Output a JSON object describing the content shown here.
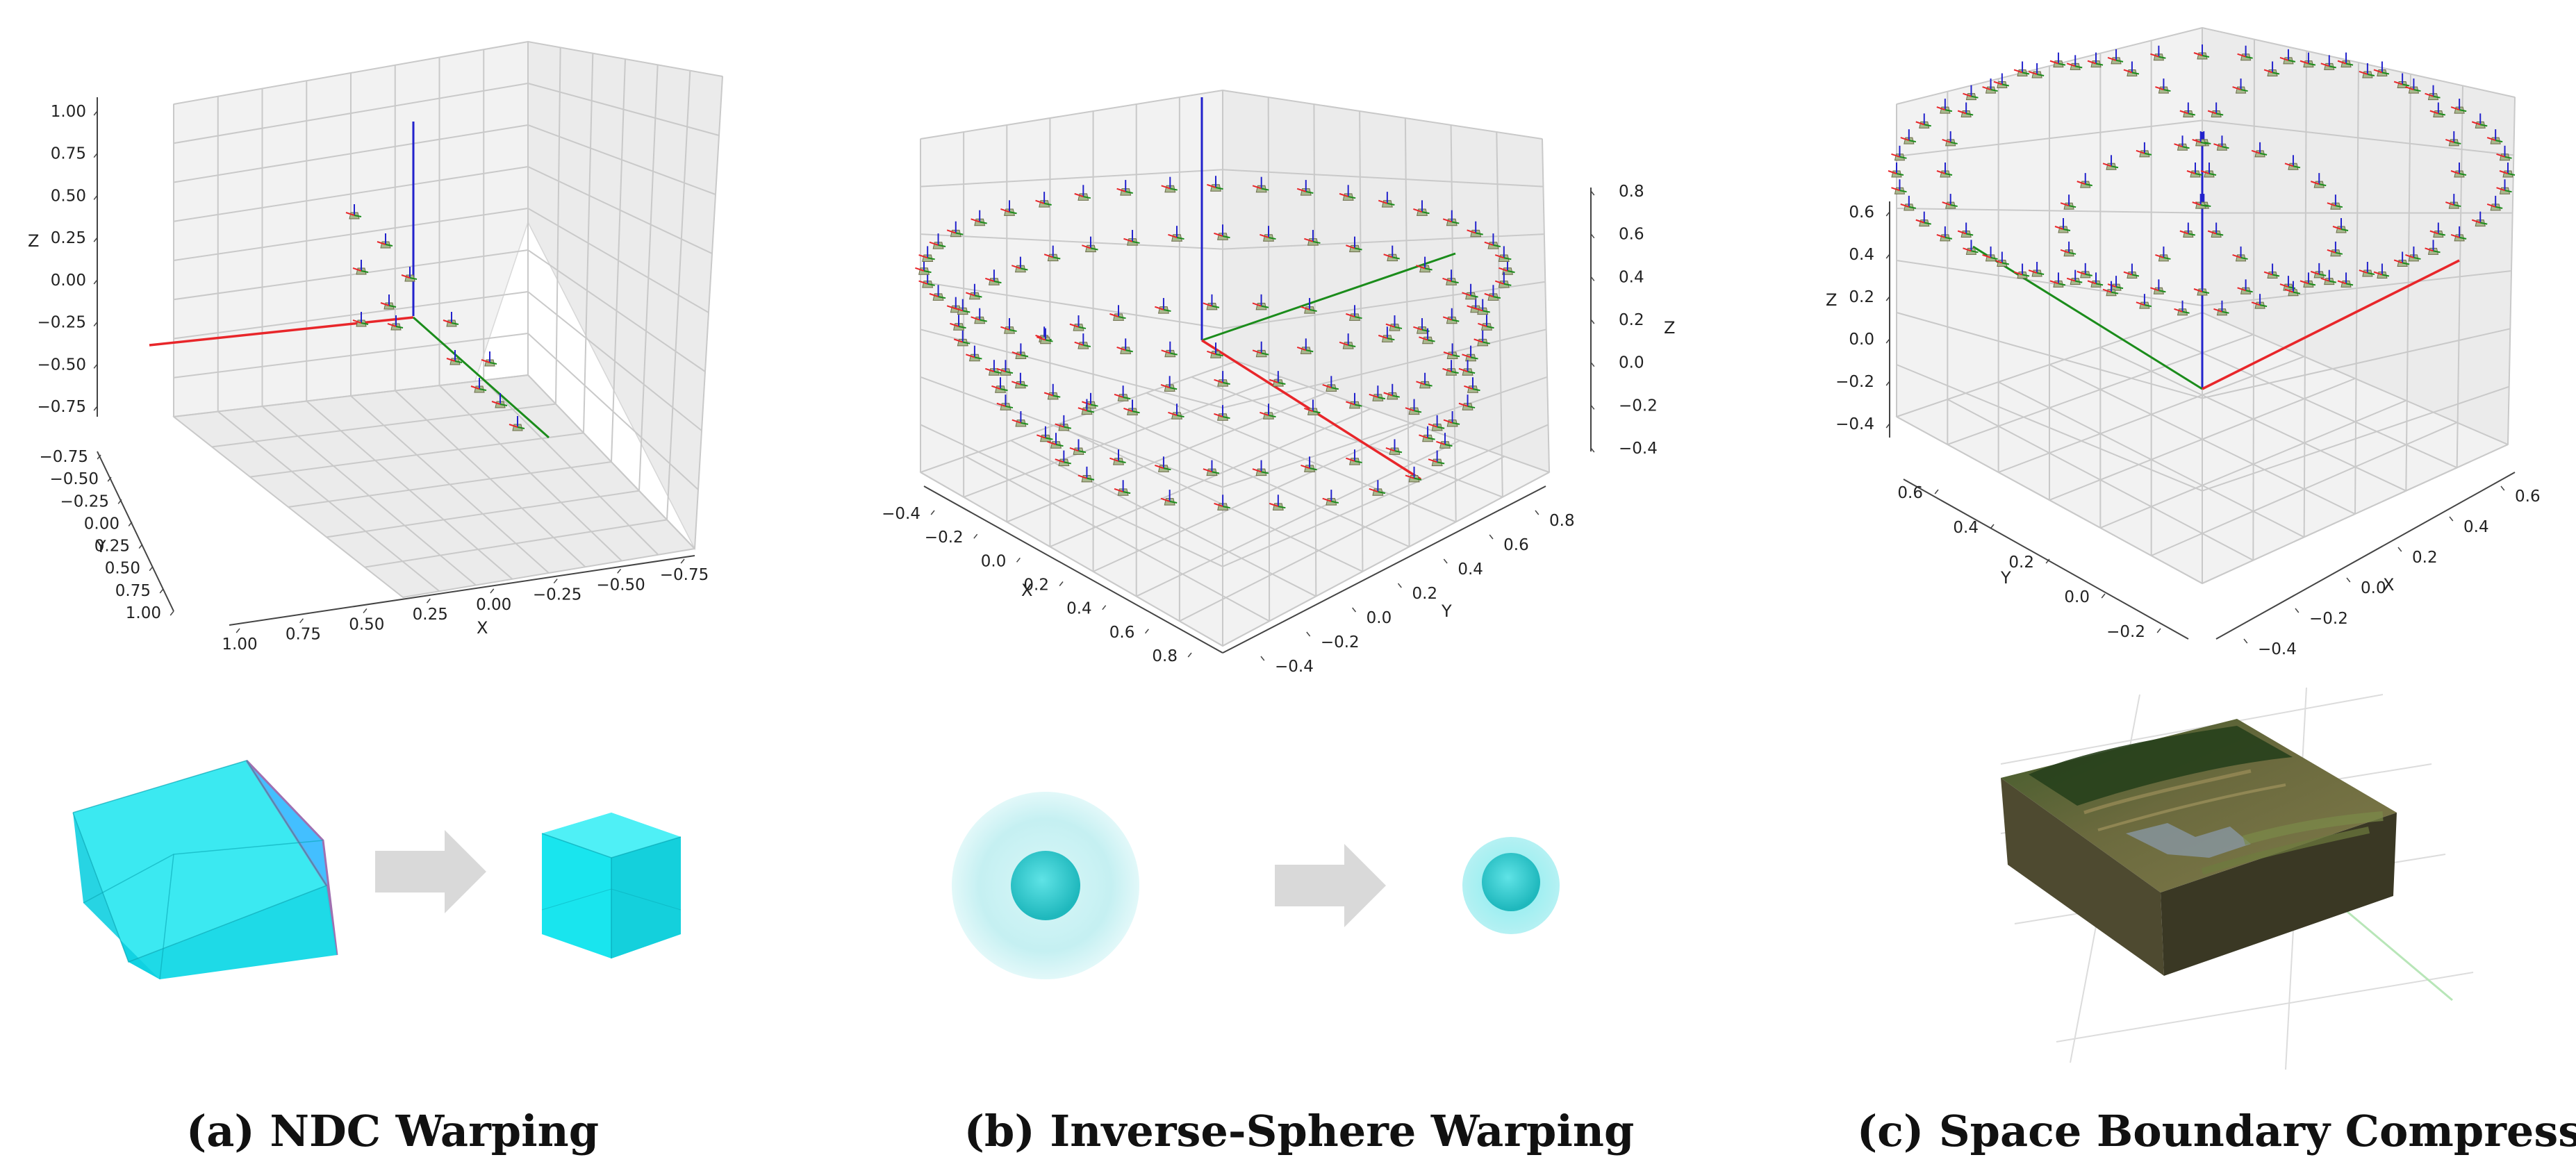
{
  "captions": {
    "a": "(a) NDC Warping",
    "b": "(b) Inverse-Sphere Warping",
    "c": "(c) Space Boundary Compression"
  },
  "plot_a": {
    "z_ticks": [
      "1.00",
      "0.75",
      "0.50",
      "0.25",
      "0.00",
      "−0.25",
      "−0.50",
      "−0.75"
    ],
    "y_ticks": [
      "−0.75",
      "−0.50",
      "−0.25",
      "0.00",
      "0.25",
      "0.50",
      "0.75",
      "1.00"
    ],
    "x_ticks": [
      "1.00",
      "0.75",
      "0.50",
      "0.25",
      "0.00",
      "−0.25",
      "−0.50",
      "−0.75"
    ],
    "z_label": "Z",
    "y_label": "Y",
    "x_label": "X"
  },
  "plot_b": {
    "z_ticks": [
      "0.8",
      "0.6",
      "0.4",
      "0.2",
      "0.0",
      "−0.2",
      "−0.4"
    ],
    "x_ticks": [
      "−0.4",
      "−0.2",
      "0.0",
      "0.2",
      "0.4",
      "0.6",
      "0.8"
    ],
    "y_ticks": [
      "−0.4",
      "−0.2",
      "0.0",
      "0.2",
      "0.4",
      "0.6",
      "0.8"
    ],
    "z_label": "Z",
    "x_label": "X",
    "y_label": "Y"
  },
  "plot_c": {
    "z_ticks": [
      "0.6",
      "0.4",
      "0.2",
      "0.0",
      "−0.2",
      "−0.4"
    ],
    "y_ticks": [
      "0.6",
      "0.4",
      "0.2",
      "0.0",
      "−0.2"
    ],
    "x_ticks": [
      "−0.4",
      "−0.2",
      "0.0",
      "0.2",
      "0.4",
      "0.6"
    ],
    "z_label": "Z",
    "y_label": "Y",
    "x_label": "X"
  },
  "colors": {
    "axis_x": "#e8262a",
    "axis_y": "#1b8c1b",
    "axis_z": "#2222cc",
    "cyan": "#19e5ee",
    "arrow": "#d9d9d9",
    "sphere_outer": "#bff0f2",
    "sphere_inner": "#2ecfd4"
  }
}
